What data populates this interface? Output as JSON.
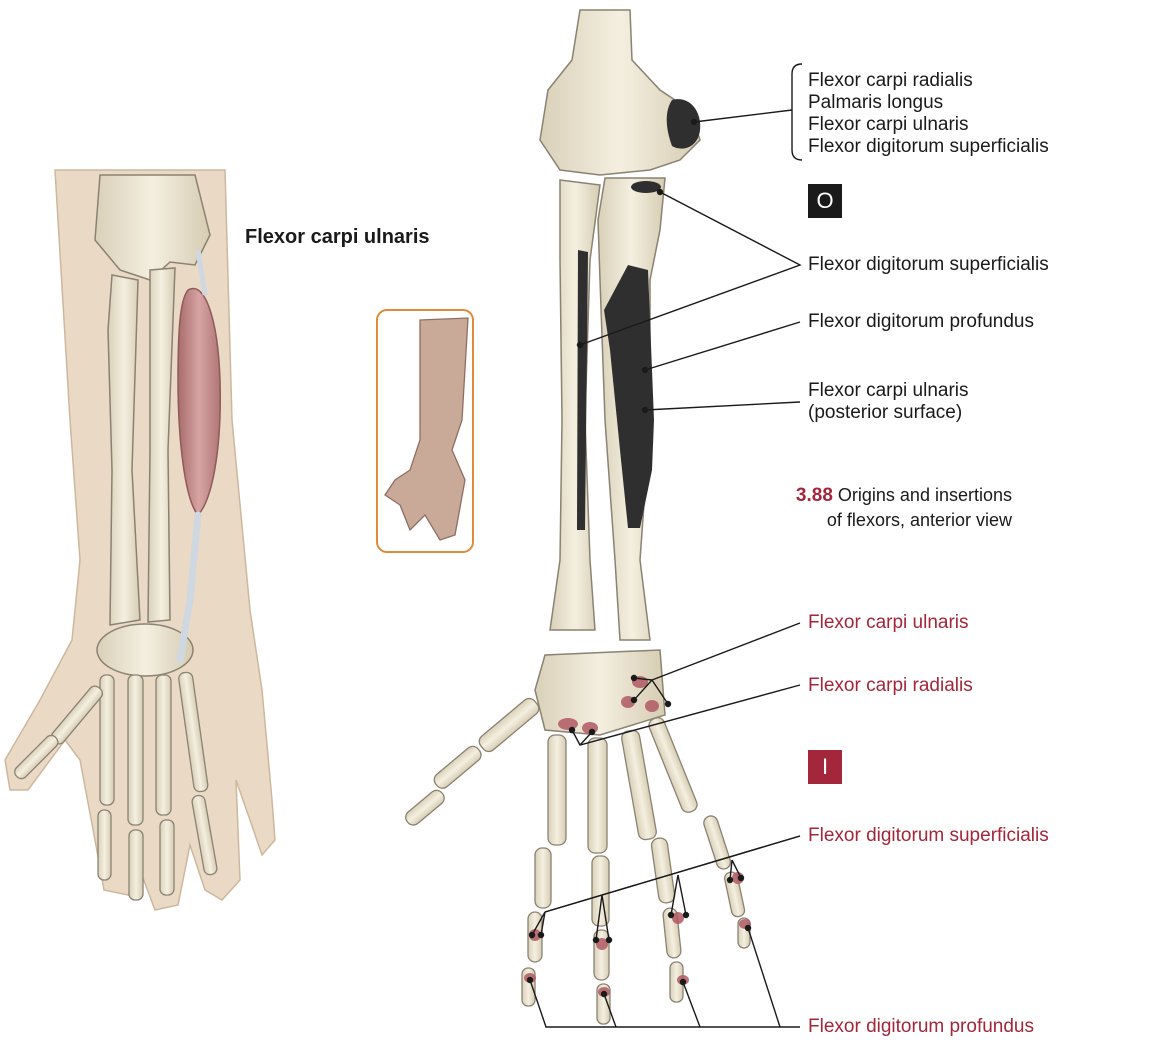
{
  "left_panel": {
    "title": "Flexor carpi ulnaris"
  },
  "origins": {
    "badge": "O",
    "medial_epicondyle_group": [
      "Flexor carpi radialis",
      "Palmaris longus",
      "Flexor carpi ulnaris",
      "Flexor digitorum superficialis"
    ],
    "fds_label": "Flexor digitorum superficialis",
    "fdp_label": "Flexor digitorum profundus",
    "fcu_label_line1": "Flexor carpi ulnaris",
    "fcu_label_line2": "(posterior surface)"
  },
  "caption": {
    "number": "3.88",
    "line1": "Origins and insertions",
    "line2": "of flexors, anterior view"
  },
  "insertions": {
    "badge": "I",
    "fcu_label": "Flexor carpi ulnaris",
    "fcr_label": "Flexor carpi radialis",
    "fds_label": "Flexor digitorum superficialis",
    "fdp_label": "Flexor digitorum profundus"
  },
  "colors": {
    "bone": "#ede6d2",
    "bone_outline": "#8a8272",
    "skin": "#ead9c4",
    "muscle": "#c98e8e",
    "origin_fill": "#2f2f2f",
    "insertion_accent": "#a4263a",
    "thumbnail_border": "#e08a3c"
  }
}
